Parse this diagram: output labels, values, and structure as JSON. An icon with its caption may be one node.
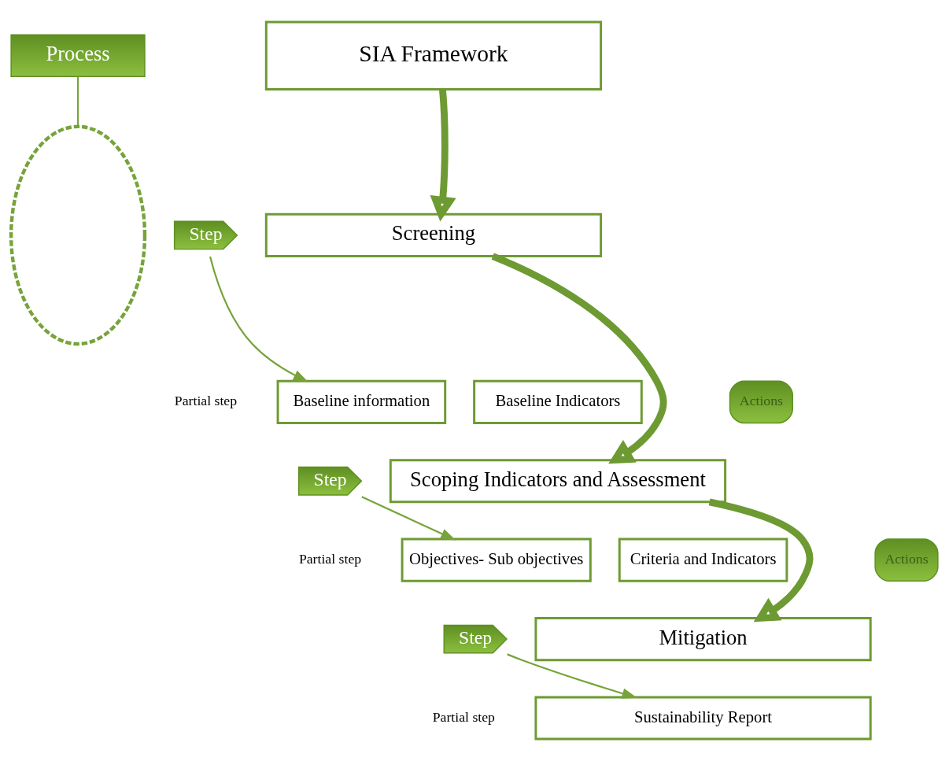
{
  "diagram": {
    "nodes": [
      {
        "text": [],
        "shape": "ellipse"
      },
      {
        "text": [
          "SIA Framework"
        ]
      },
      {
        "text": [
          "Process"
        ]
      },
      {
        "text": [
          "Step"
        ]
      },
      {
        "text": [
          "Screening"
        ]
      },
      {
        "text": [
          "Baseline information"
        ]
      },
      {
        "text": [
          "Baseline Indicators"
        ]
      },
      {
        "text": [
          "Actions"
        ]
      },
      {
        "text": [
          "Step"
        ]
      },
      {
        "text": [
          "Scoping Indicators and Assessment"
        ]
      },
      {
        "text": [
          "Objectives- Sub objectives"
        ]
      },
      {
        "text": [
          "Criteria and Indicators"
        ]
      },
      {
        "text": [
          "Actions"
        ]
      },
      {
        "text": [
          "Step"
        ]
      },
      {
        "text": [
          "Mitigation"
        ]
      },
      {
        "text": [
          "Sustainability Report"
        ]
      }
    ],
    "edges": [
      {
        "from": 2,
        "to": 0,
        "arrow": "none",
        "color": "#77a33a"
      },
      {
        "from": 1,
        "to": 4,
        "arrow": "to",
        "style": "thick"
      },
      {
        "from": 3,
        "to": 5,
        "arrow": "to",
        "color": "#77a33a"
      },
      {
        "from": 4,
        "to": 9,
        "arrow": "to",
        "style": "thick"
      },
      {
        "from": 8,
        "to": 10,
        "arrow": "to",
        "color": "#77a33a"
      },
      {
        "from": 9,
        "to": 14,
        "arrow": "to",
        "style": "thick"
      },
      {
        "from": 13,
        "to": 15,
        "arrow": "to",
        "color": "#77a33a"
      }
    ],
    "labels": [
      "Partial step",
      "Partial step",
      "Partial step"
    ]
  }
}
